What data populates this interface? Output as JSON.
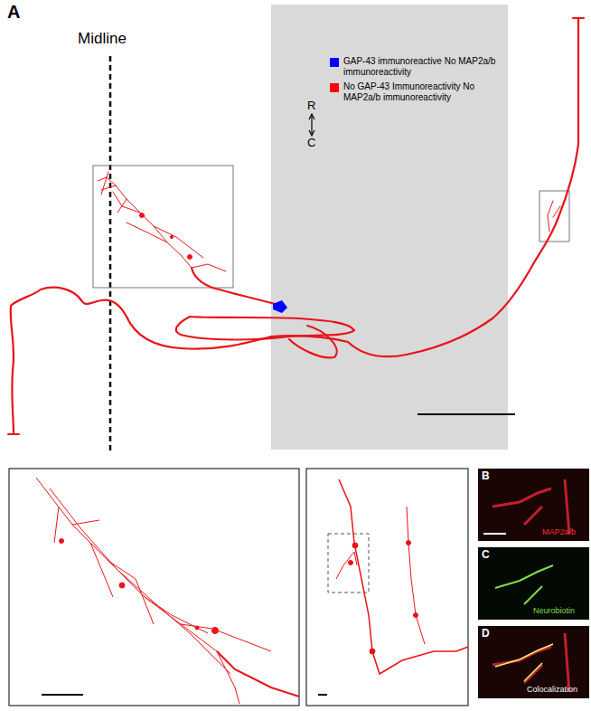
{
  "diagram": {
    "labels": [
      "A",
      "Midline",
      "R",
      "C",
      "B",
      "MAP2a/b",
      "C",
      "Neurobiotin",
      "D",
      "Colocalization"
    ],
    "legend": [
      {
        "text": "GAP-43 immunoreactive No MAP2a/b immunoreactivity",
        "color": "#0000ff"
      },
      {
        "text": "No GAP-43 Immunoreactivity No MAP2a/b immunoreactivity",
        "color": "#ff0000"
      }
    ]
  }
}
